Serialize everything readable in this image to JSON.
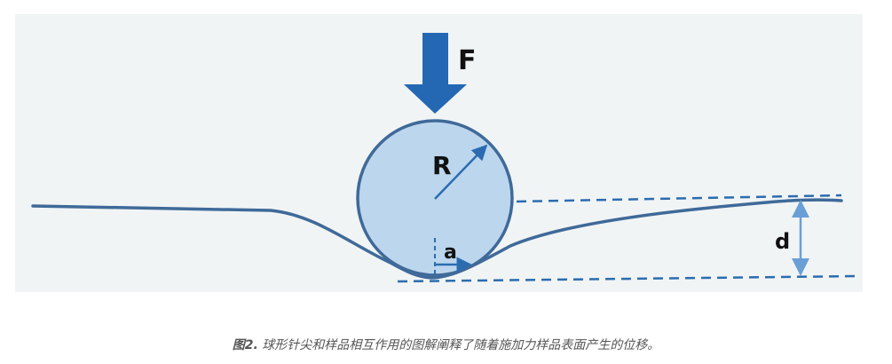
{
  "diagram": {
    "labels": {
      "force": "F",
      "radius": "R",
      "contact_radius": "a",
      "displacement": "d"
    },
    "colors": {
      "sphere_fill": "#bcd6ee",
      "outline": "#3f6a99",
      "arrow": "#2b6cb0",
      "panel_bg": "#f1f4f5"
    }
  },
  "caption": {
    "figure_number": "图2.",
    "text": " 球形针尖和样品相互作用的图解阐释了随着施加力样品表面产生的位移。"
  }
}
